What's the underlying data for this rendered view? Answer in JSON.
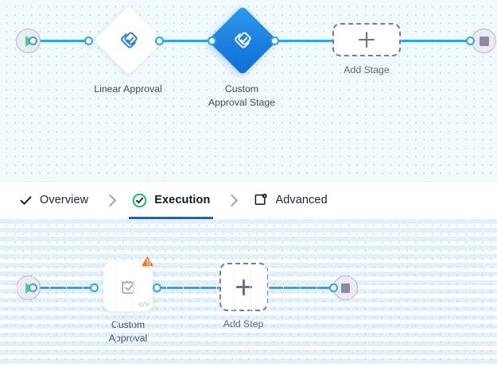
{
  "theme": {
    "edge_color": "#29a8e5",
    "port_color": "#2aa3e8",
    "active_tab_underline": "#1565c0",
    "status_ok_green": "#22c55e",
    "warning_orange": "#f97316",
    "node_blue": "#1b7fe0",
    "canvas_top_bg": "#f0fafc",
    "canvas_bottom_bg": "#ffffff"
  },
  "stage_canvas": {
    "name": "stage-flow-canvas",
    "start_node": {
      "icon": "play-icon",
      "label": ""
    },
    "end_node": {
      "icon": "stop-icon",
      "label": ""
    },
    "nodes": [
      {
        "id": "linear-approval",
        "label": "Linear Approval",
        "shape": "diamond",
        "style": "white",
        "icon": "approval-stage-icon"
      },
      {
        "id": "custom-approval-stage",
        "label": "Custom\nApproval Stage",
        "shape": "diamond",
        "style": "blue-selected",
        "icon": "approval-stage-icon"
      }
    ],
    "add_button": {
      "label": "Add Stage",
      "icon": "plus-icon"
    }
  },
  "tabs": {
    "items": [
      {
        "id": "overview",
        "label": "Overview",
        "icon": "check-icon",
        "active": false
      },
      {
        "id": "execution",
        "label": "Execution",
        "icon": "check-circle-icon",
        "active": true
      },
      {
        "id": "advanced",
        "label": "Advanced",
        "icon": "advanced-gear-box-icon",
        "active": false
      }
    ],
    "separator_icon": "chevron-right-icon"
  },
  "step_canvas": {
    "name": "step-flow-canvas",
    "start_node": {
      "icon": "play-icon",
      "label": ""
    },
    "end_node": {
      "icon": "stop-icon",
      "label": ""
    },
    "nodes": [
      {
        "id": "custom-approval",
        "label": "Custom\nApproval",
        "shape": "rounded-square",
        "icon": "approval-document-icon",
        "badge_icon": "warning-triangle-icon",
        "corner_icon": "code-icon",
        "corner_icon_text": "</>"
      }
    ],
    "add_button": {
      "label": "Add Step",
      "icon": "plus-icon"
    }
  }
}
